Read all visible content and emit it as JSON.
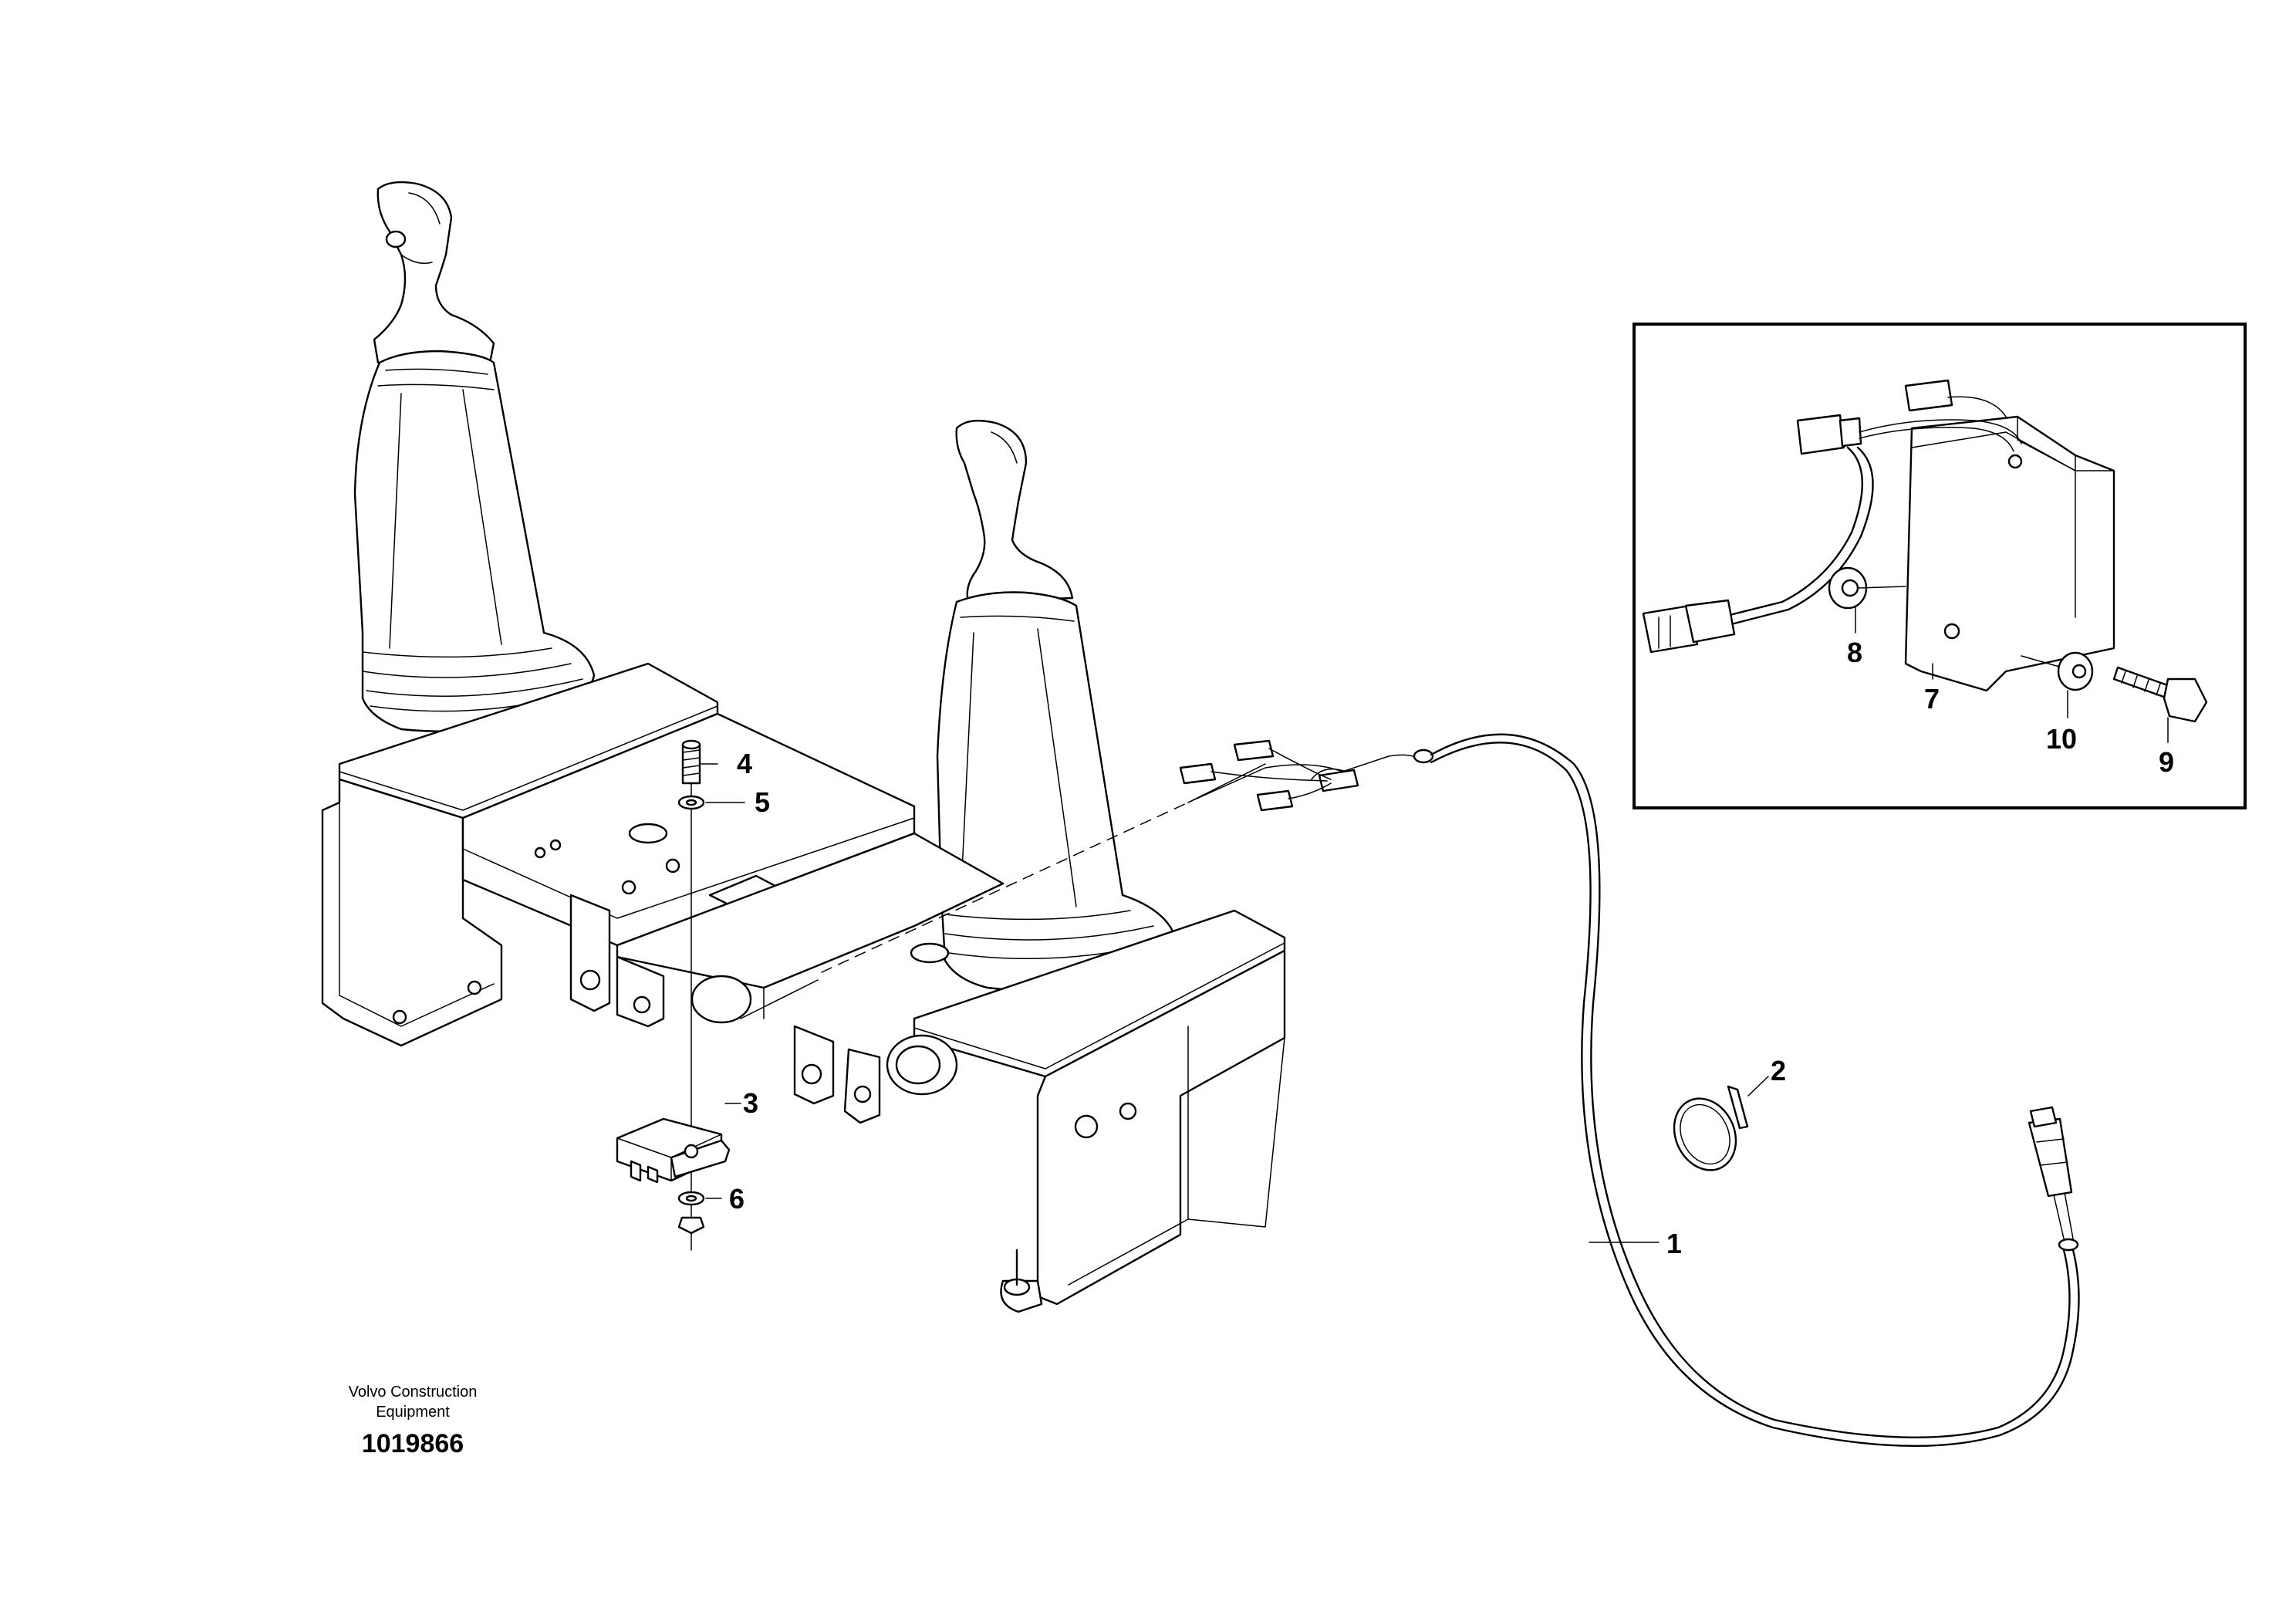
{
  "callouts": [
    {
      "num": "1",
      "name": "callout-1"
    },
    {
      "num": "2",
      "name": "callout-2"
    },
    {
      "num": "3",
      "name": "callout-3"
    },
    {
      "num": "4",
      "name": "callout-4"
    },
    {
      "num": "5",
      "name": "callout-5"
    },
    {
      "num": "6",
      "name": "callout-6"
    },
    {
      "num": "7",
      "name": "callout-7"
    },
    {
      "num": "8",
      "name": "callout-8"
    },
    {
      "num": "9",
      "name": "callout-9"
    },
    {
      "num": "10",
      "name": "callout-10"
    }
  ],
  "footer": {
    "company_line1": "Volvo Construction",
    "company_line2": "Equipment",
    "doc_number": "1019866"
  }
}
